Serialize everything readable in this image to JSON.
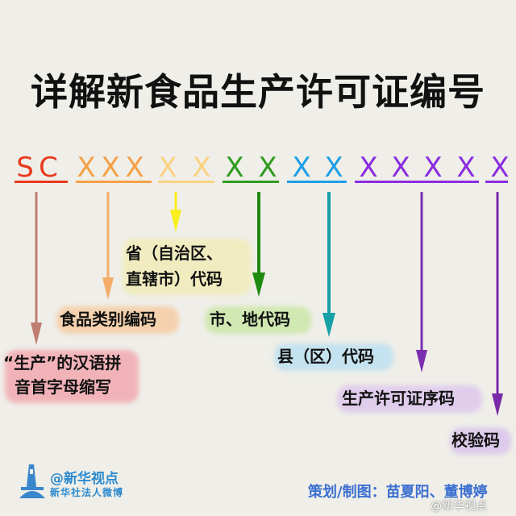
{
  "title": "详解新食品生产许可证编号",
  "code_chars": [
    {
      "ch": "S",
      "color": "#e8391d"
    },
    {
      "ch": "C",
      "color": "#e8391d"
    },
    {
      "ch": "X",
      "color": "#f5a046"
    },
    {
      "ch": "X",
      "color": "#f5a046"
    },
    {
      "ch": "X",
      "color": "#f5a046"
    },
    {
      "ch": "X",
      "color": "#fbd281"
    },
    {
      "ch": "X",
      "color": "#fbd281"
    },
    {
      "ch": "X",
      "color": "#2f9b1f"
    },
    {
      "ch": "X",
      "color": "#2f9b1f"
    },
    {
      "ch": "X",
      "color": "#1c9fe6"
    },
    {
      "ch": "X",
      "color": "#1c9fe6"
    },
    {
      "ch": "X",
      "color": "#8a2ce0"
    },
    {
      "ch": "X",
      "color": "#8a2ce0"
    },
    {
      "ch": "X",
      "color": "#8a2ce0"
    },
    {
      "ch": "X",
      "color": "#8a2ce0"
    },
    {
      "ch": "X",
      "color": "#8a2ce0"
    }
  ],
  "labels": {
    "pinyin_line1": "“生产”的汉语拼",
    "pinyin_line2": "音首字母缩写",
    "food_category": "食品类别编码",
    "province_line1": "省（自治区、",
    "province_line2": "直辖市）代码",
    "city": "市、地代码",
    "county": "县（区）代码",
    "serial": "生产许可证序码",
    "check": "校验码"
  },
  "colors": {
    "sc": "#e8391d",
    "category": "#f5a046",
    "province": "#fbd281",
    "city": "#2f9b1f",
    "county": "#1c9fe6",
    "serial": "#8a2ce0",
    "check": "#8a2ce0",
    "arrow_sc": "#c07d72",
    "arrow_category": "#f4ad68",
    "arrow_province": "#f8ef1c",
    "arrow_city": "#1e8a10",
    "arrow_county": "#17a0a8",
    "arrow_serial": "#7b2eb0",
    "arrow_check": "#7a2aa8"
  },
  "footer": {
    "brand": "@新华视点",
    "brand_sub": "新华社法人微博",
    "credit": "策划/制图：苗夏阳、董博婷",
    "watermark": "@新华视点"
  }
}
